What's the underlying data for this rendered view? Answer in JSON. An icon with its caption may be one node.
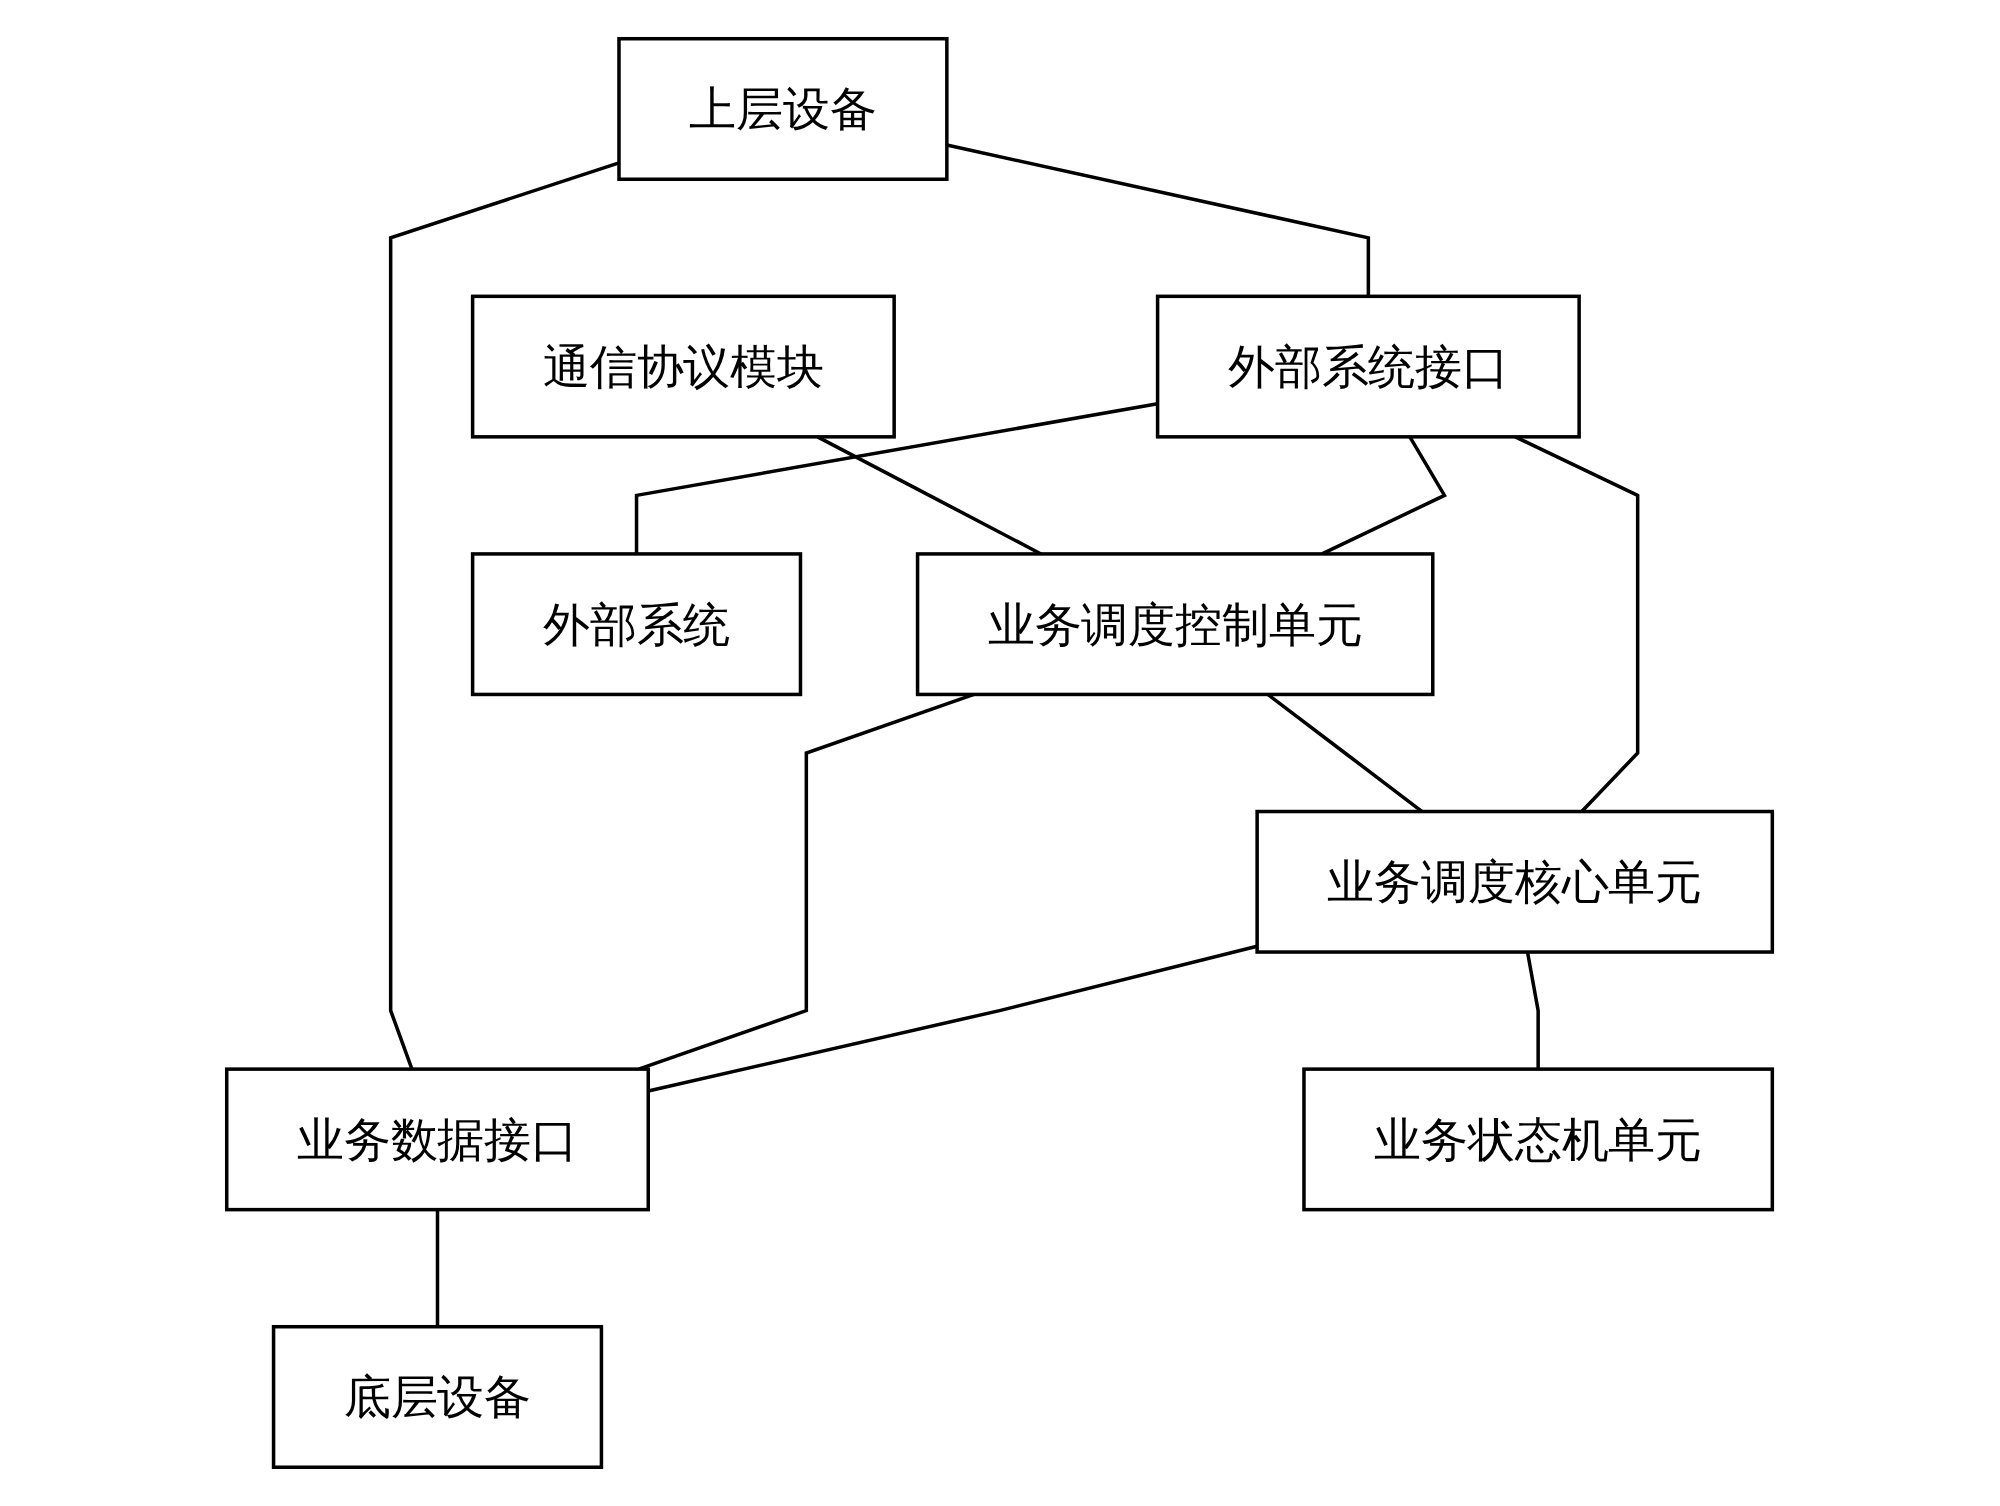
{
  "diagram": {
    "nodes": [
      {
        "text": [
          "上层设备"
        ]
      },
      {
        "text": [
          "通信协议模块"
        ]
      },
      {
        "text": [
          "业务调度控制单元"
        ]
      },
      {
        "text": [
          "外部系统接口"
        ]
      },
      {
        "text": [
          "业务数据接口"
        ]
      },
      {
        "text": [
          "业务调度核心单元"
        ]
      },
      {
        "text": [
          "外部系统"
        ]
      },
      {
        "text": [
          "底层设备"
        ]
      },
      {
        "text": [
          "业务状态机单元"
        ]
      }
    ],
    "edges": [
      {
        "from": 0,
        "to": 3,
        "arrow": "none"
      },
      {
        "from": 0,
        "to": 4,
        "arrow": "none"
      },
      {
        "from": 1,
        "to": 2,
        "arrow": "none"
      },
      {
        "from": 2,
        "to": 5,
        "arrow": "none"
      },
      {
        "from": 3,
        "to": 2,
        "arrow": "none"
      },
      {
        "from": 3,
        "to": 5,
        "arrow": "none"
      },
      {
        "from": 2,
        "to": 4,
        "arrow": "none"
      },
      {
        "from": 5,
        "to": 4,
        "arrow": "none"
      },
      {
        "from": 3,
        "to": 6,
        "arrow": "none"
      },
      {
        "from": 4,
        "to": 7,
        "arrow": "none"
      },
      {
        "from": 5,
        "to": 8,
        "arrow": "none"
      }
    ]
  }
}
